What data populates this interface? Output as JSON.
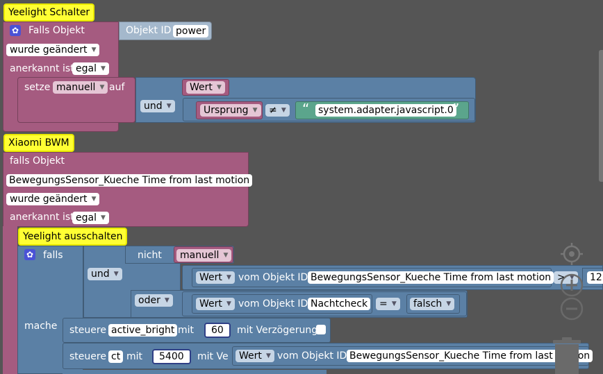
{
  "block1": {
    "comment": "Yeelight Schalter",
    "trigger_label": "Falls Objekt",
    "object_id_label": "Objekt ID",
    "object_id_value": "power",
    "changed_value": "wurde geändert",
    "ack_label": "anerkannt ist",
    "ack_value": "egal",
    "set_label": "setze",
    "set_var": "manuell",
    "set_to": "auf",
    "value_field": "Wert",
    "and_op": "und",
    "origin_field": "Ursprung",
    "neq_op": "≠",
    "quote_open": "“",
    "string_value": "system.adapter.javascript.0",
    "quote_close": "”"
  },
  "block2": {
    "comment": "Xiaomi BWM",
    "trigger_label": "falls Objekt",
    "object_value": "BewegungsSensor_Kueche Time from last motion",
    "changed_value": "wurde geändert",
    "ack_label": "anerkannt ist",
    "ack_value": "egal"
  },
  "block3": {
    "comment": "Yeelight ausschalten",
    "if_label": "falls",
    "not_label": "nicht",
    "not_var": "manuell",
    "and_op": "und",
    "cond1_field": "Wert",
    "cond1_from": "vom Objekt ID",
    "cond1_object": "BewegungsSensor_Kueche Time from last motion",
    "cond1_op": ">",
    "cond1_value": "12",
    "or_op": "oder",
    "cond2_field": "Wert",
    "cond2_from": "vom Objekt ID",
    "cond2_object": "Nachtcheck",
    "cond2_op": "=",
    "cond2_value": "falsch",
    "do_label": "mache",
    "ctrl1_label": "steuere",
    "ctrl1_target": "active_bright",
    "ctrl1_with": "mit",
    "ctrl1_value": "60",
    "ctrl1_delay": "mit Verzögerung",
    "ctrl2_label": "steuere",
    "ctrl2_target": "ct",
    "ctrl2_with": "mit",
    "ctrl2_value": "5400",
    "ctrl2_delay": "mit Ve",
    "ctrl2_field": "Wert",
    "ctrl2_from": "vom Objekt ID",
    "ctrl2_object": "BewegungsSensor_Kueche Time from last motion"
  },
  "colors": {
    "workspace": "#555555",
    "event_block": "#a55b80",
    "logic_block": "#5b80a5",
    "text_block": "#5ba58c",
    "comment": "#ffff33"
  }
}
